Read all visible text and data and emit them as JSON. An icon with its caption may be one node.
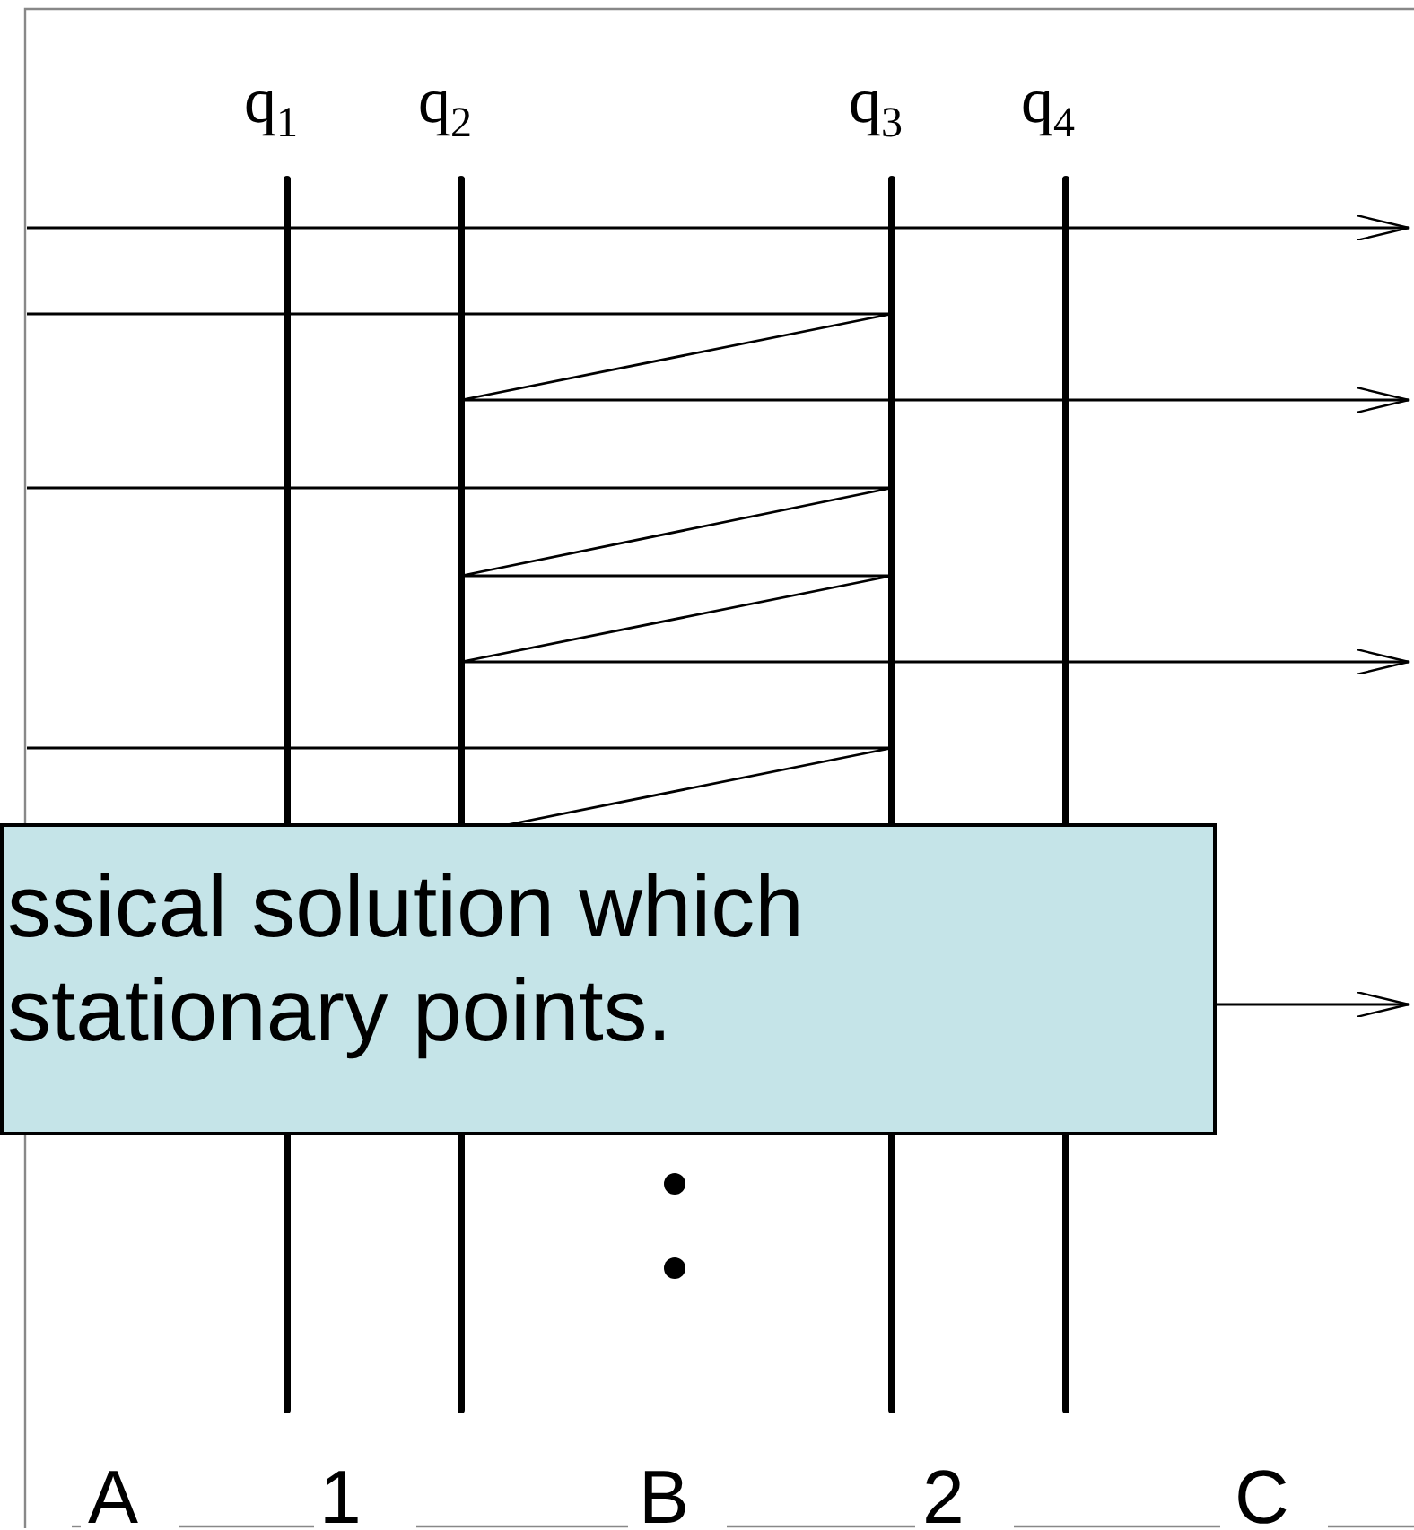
{
  "diagram": {
    "nodes": [
      {
        "text": [
          "ssical solution which stationary points."
        ]
      }
    ],
    "labels": [
      "q$_{1}$",
      "q$_{2}$",
      "q$_{3}$",
      "q$_{4}$",
      "A",
      "1",
      "B",
      "2",
      "C"
    ]
  }
}
